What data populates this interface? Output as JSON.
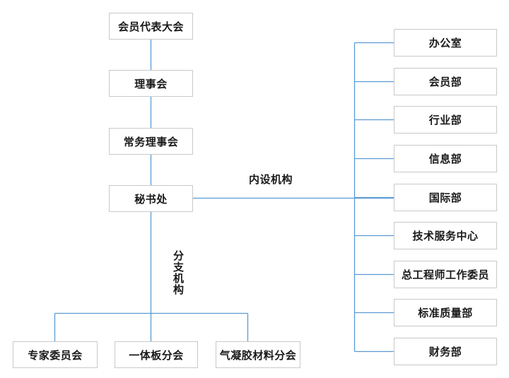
{
  "org_chart": {
    "governance": [
      "会员代表大会",
      "理事会",
      "常务理事会",
      "秘书处"
    ],
    "departments": [
      "办公室",
      "会员部",
      "行业部",
      "信息部",
      "国际部",
      "技术服务中心",
      "总工程师工作委员",
      "标准质量部",
      "财务部"
    ],
    "branches": [
      "专家委员会",
      "一体板分会",
      "气凝胶材料分会"
    ],
    "labels": {
      "internal_org": "内设机构",
      "branch_org": "分支机构"
    },
    "colors": {
      "connector": "#5B9BD5",
      "box_border": "#C9C9C9",
      "text": "#1A1A1A",
      "background": "#FFFFFF"
    }
  }
}
